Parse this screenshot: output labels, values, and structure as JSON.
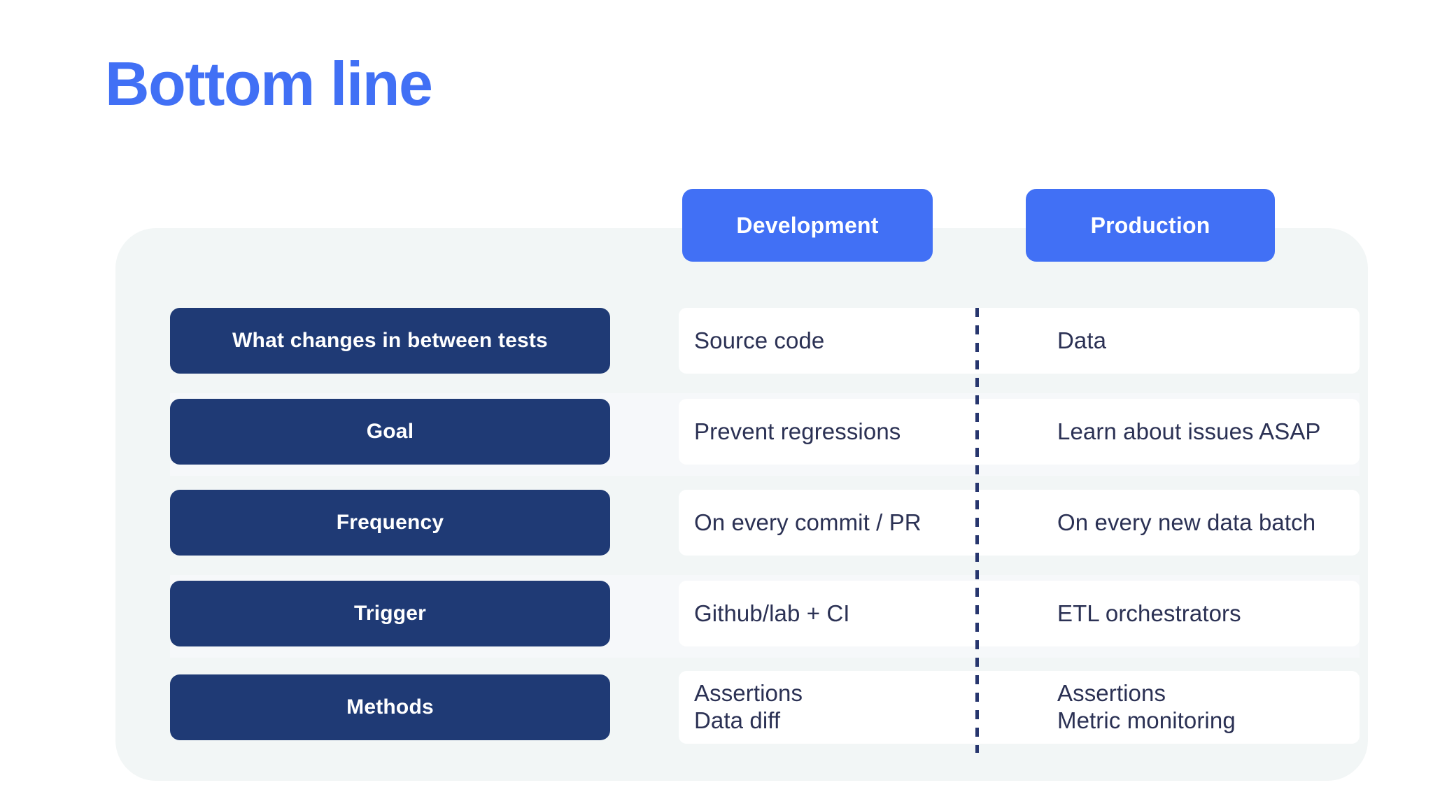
{
  "title": "Bottom line",
  "colors": {
    "accent_blue": "#4170F5",
    "navy": "#1F3A75",
    "text_navy": "#2B3154",
    "panel_bg": "#F2F6F6",
    "card_bg": "#FFFFFF",
    "band_bg": "#F6F8FA",
    "page_bg": "#FFFFFF"
  },
  "columns": [
    {
      "label": "Development"
    },
    {
      "label": "Production"
    }
  ],
  "rows": [
    {
      "label": "What changes in between tests",
      "development": [
        "Source code"
      ],
      "production": [
        "Data"
      ]
    },
    {
      "label": "Goal",
      "development": [
        "Prevent regressions"
      ],
      "production": [
        "Learn about issues ASAP"
      ]
    },
    {
      "label": "Frequency",
      "development": [
        "On every commit / PR"
      ],
      "production": [
        "On every new data batch"
      ]
    },
    {
      "label": "Trigger",
      "development": [
        "Github/lab + CI"
      ],
      "production": [
        "ETL orchestrators"
      ]
    },
    {
      "label": "Methods",
      "development": [
        "Assertions",
        "Data diff"
      ],
      "production": [
        "Assertions",
        "Metric monitoring"
      ]
    }
  ],
  "rows_flat": {
    "r0_label": "What changes in between tests",
    "r0_dev_l1": "Source code",
    "r0_prod_l1": "Data",
    "r1_label": "Goal",
    "r1_dev_l1": "Prevent regressions",
    "r1_prod_l1": "Learn about issues ASAP",
    "r2_label": "Frequency",
    "r2_dev_l1": "On every commit / PR",
    "r2_prod_l1": "On every new data batch",
    "r3_label": "Trigger",
    "r3_dev_l1": "Github/lab + CI",
    "r3_prod_l1": "ETL orchestrators",
    "r4_label": "Methods",
    "r4_dev_l1": "Assertions",
    "r4_dev_l2": "Data diff",
    "r4_prod_l1": "Assertions",
    "r4_prod_l2": "Metric monitoring"
  }
}
